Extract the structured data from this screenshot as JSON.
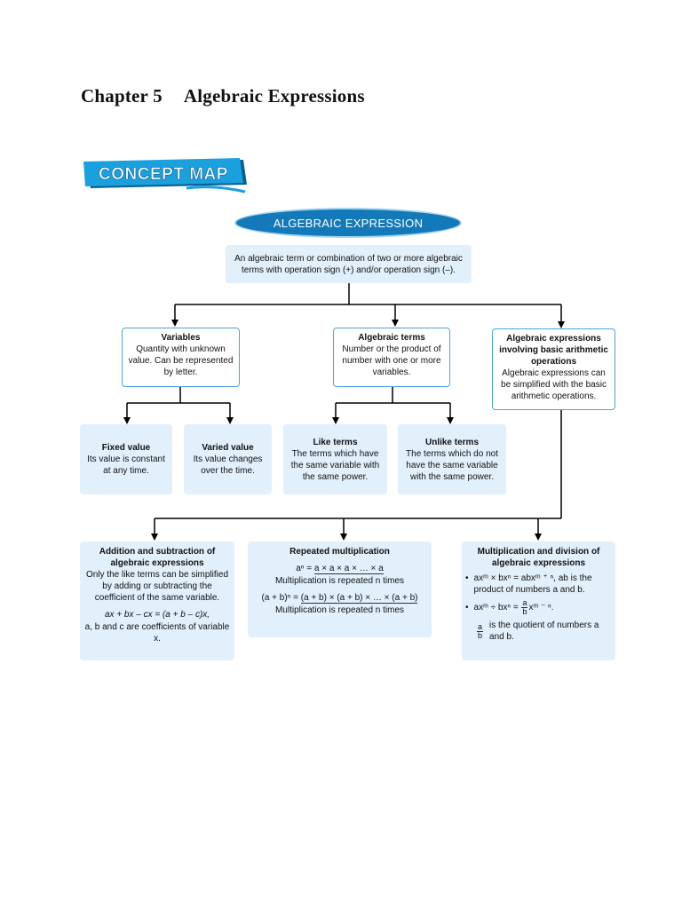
{
  "chapter": {
    "number": "Chapter 5",
    "title": "Algebraic Expressions"
  },
  "banner": {
    "text": "CONCEPT MAP",
    "colors": {
      "fill": "#1aa0dc",
      "shadow": "#0a5d93",
      "text": "#ffffff"
    }
  },
  "root": {
    "title": "ALGEBRAIC EXPRESSION",
    "definition": "An algebraic term or combination of two or more algebraic terms with operation sign (+) and/or operation sign (–)."
  },
  "branches": {
    "variables": {
      "title": "Variables",
      "text": "Quantity with unknown value. Can be represented by letter."
    },
    "algebraic_terms": {
      "title": "Algebraic terms",
      "text": "Number or the product of number with one or more variables."
    },
    "operations": {
      "title": "Algebraic expressions involving basic arithmetic operations",
      "text": "Algebraic expressions can be simplified with the basic arithmetic operations."
    }
  },
  "leaves": {
    "fixed": {
      "title": "Fixed value",
      "text": "Its value is constant at any time."
    },
    "varied": {
      "title": "Varied value",
      "text": "Its value changes over the time."
    },
    "like": {
      "title": "Like terms",
      "text": "The terms which have the same variable with the same power."
    },
    "unlike": {
      "title": "Unlike terms",
      "text": "The terms which do not have the same variable with the same power."
    }
  },
  "bottom": {
    "addsub": {
      "title": "Addition and subtraction of algebraic expressions",
      "text": "Only the like terms can be simplified by adding or subtracting the coefficient of the same variable.",
      "formula": "ax + bx – cx = (a + b – c)x,",
      "note": "a, b and c are coefficients of variable x."
    },
    "repeated": {
      "title": "Repeated multiplication",
      "power_lhs": "aⁿ =",
      "power_rhs": "a × a × a × … × a",
      "power_note": "Multiplication is repeated n times",
      "binom_lhs": "(a + b)ⁿ =",
      "binom_rhs": "(a + b) × (a + b) × … × (a + b)",
      "binom_note": "Multiplication is repeated n times"
    },
    "muldiv": {
      "title": "Multiplication and division of algebraic expressions",
      "bullet": "•",
      "mul_formula": "axᵐ × bxⁿ = abxᵐ ⁺ ⁿ, ab is the product of numbers a and b.",
      "div_lhs": "axᵐ ÷ bxⁿ =",
      "div_num": "a",
      "div_den": "b",
      "div_rhs": "xᵐ ⁻ ⁿ.",
      "quot_num": "a",
      "quot_den": "b",
      "quot_text": "is the quotient of numbers a and b."
    }
  },
  "colors": {
    "accent": "#1479b8",
    "box_fill": "#e1f0fb",
    "box_border": "#4aa3d9",
    "line": "#000000"
  }
}
